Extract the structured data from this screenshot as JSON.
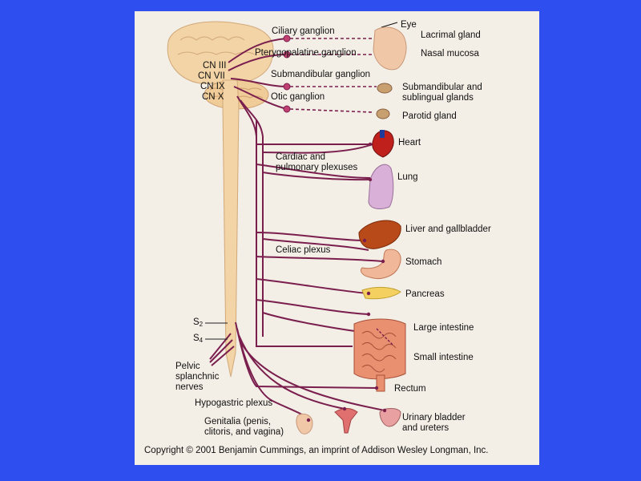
{
  "colors": {
    "background": "#2f4ef0",
    "panel": "#f3eee6",
    "nerve": "#7a1e4e",
    "spinal_cord": "#f2d4a7"
  },
  "cranial_nerves": [
    "CN III",
    "CN VII",
    "CN IX",
    "CN X"
  ],
  "ganglia": {
    "ciliary": "Ciliary ganglion",
    "pterygopalatine": "Pterygopalatine ganglion",
    "submandibular": "Submandibular ganglion",
    "otic": "Otic ganglion"
  },
  "organs": {
    "eye": "Eye",
    "lacrimal": "Lacrimal gland",
    "nasal": "Nasal mucosa",
    "submandibular_1": "Submandibular and",
    "submandibular_2": "sublingual glands",
    "parotid": "Parotid gland",
    "heart": "Heart",
    "lung": "Lung",
    "liver": "Liver and gallbladder",
    "stomach": "Stomach",
    "pancreas": "Pancreas",
    "large_intestine": "Large  intestine",
    "small_intestine": "Small intestine",
    "rectum": "Rectum",
    "urinary_1": "Urinary  bladder",
    "urinary_2": "and ureters",
    "genitalia_1": "Genitalia (penis,",
    "genitalia_2": "clitoris, and vagina)"
  },
  "plexuses": {
    "cardiac_1": "Cardiac and",
    "cardiac_2": "pulmonary plexuses",
    "celiac": "Celiac plexus",
    "hypogastric": "Hypogastric plexus"
  },
  "sacral": {
    "s2_letter": "S",
    "s2_num": "2",
    "s4_letter": "S",
    "s4_num": "4",
    "pelvic_1": "Pelvic",
    "pelvic_2": "splanchnic",
    "pelvic_3": "nerves"
  },
  "copyright": "Copyright © 2001 Benjamin Cummings, an imprint of Addison Wesley Longman, Inc."
}
